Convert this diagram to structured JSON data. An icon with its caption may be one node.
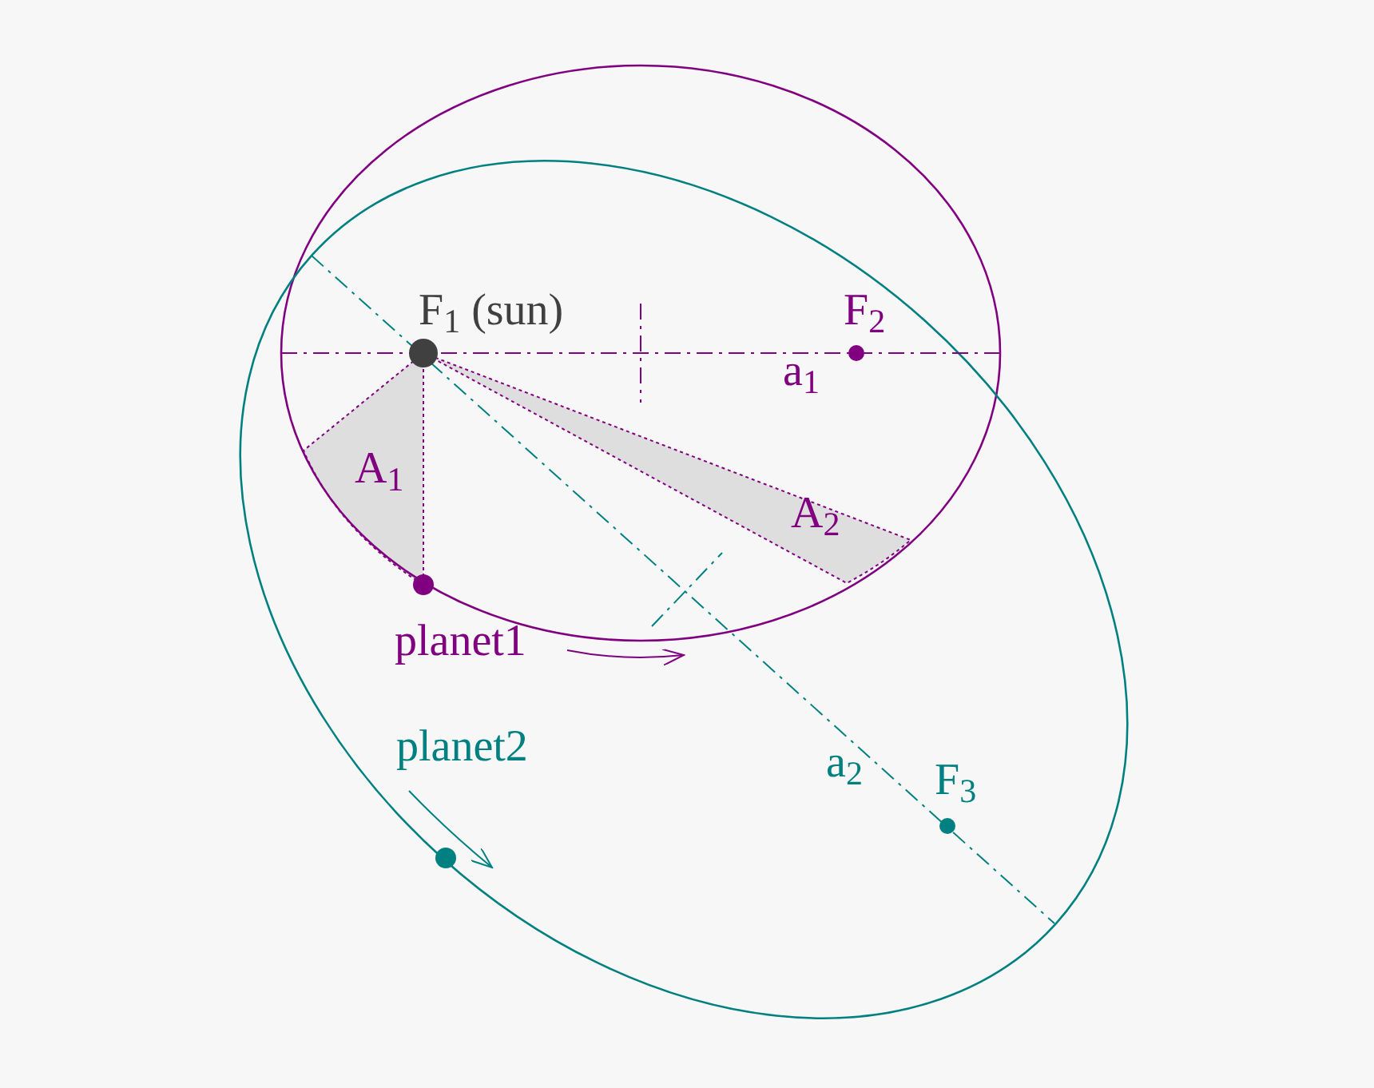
{
  "diagram": {
    "labels": [
      "F$_{1}$ (sun)",
      "F$_{2}$",
      "a$_{1}$",
      "A$_{1}$",
      "A$_{2}$",
      "planet1",
      "planet2",
      "a$_{2}$",
      "F$_{3}$"
    ]
  }
}
